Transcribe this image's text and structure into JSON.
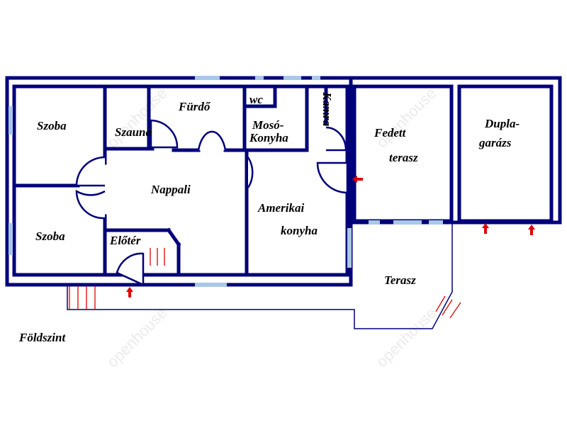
{
  "plan": {
    "level_label": "Földszint",
    "watermark": "openhouse",
    "rooms": [
      {
        "id": "szoba1",
        "label": "Szoba"
      },
      {
        "id": "szoba2",
        "label": "Szoba"
      },
      {
        "id": "szauna",
        "label": "Szauna"
      },
      {
        "id": "furdo",
        "label": "Fürdő"
      },
      {
        "id": "wc",
        "label": "wc"
      },
      {
        "id": "moso",
        "label": "Mosó-"
      },
      {
        "id": "konyha_small",
        "label": "Konyha"
      },
      {
        "id": "kamra",
        "label": "Kamra"
      },
      {
        "id": "nappali",
        "label": "Nappali"
      },
      {
        "id": "eloter",
        "label": "Előtér"
      },
      {
        "id": "amerikai",
        "label": "Amerikai"
      },
      {
        "id": "konyha",
        "label": "konyha"
      },
      {
        "id": "fedett",
        "label": "Fedett"
      },
      {
        "id": "terasz_cov",
        "label": "terasz"
      },
      {
        "id": "dupla",
        "label": "Dupla-"
      },
      {
        "id": "garazs",
        "label": "garázs"
      },
      {
        "id": "terasz",
        "label": "Terasz"
      }
    ],
    "colors": {
      "wall": "#00007a",
      "window": "#a8c8e8",
      "marker": "#e00000"
    }
  }
}
